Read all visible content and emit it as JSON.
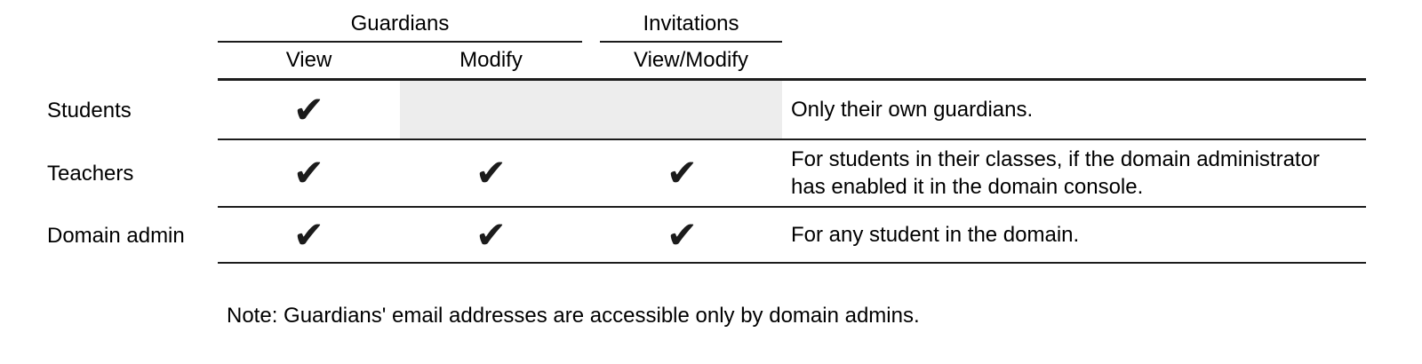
{
  "header": {
    "groups": [
      {
        "label": "Guardians"
      },
      {
        "label": "Invitations"
      }
    ],
    "columns": {
      "view": "View",
      "modify": "Modify",
      "view_modify": "View/Modify"
    }
  },
  "rows": [
    {
      "label": "Students",
      "permissions": {
        "view": true,
        "modify": false,
        "view_modify": false
      },
      "note": "Only their own guardians."
    },
    {
      "label": "Teachers",
      "permissions": {
        "view": true,
        "modify": true,
        "view_modify": true
      },
      "note": "For students in their classes, if the domain administrator has enabled it in the domain console."
    },
    {
      "label": "Domain admin",
      "permissions": {
        "view": true,
        "modify": true,
        "view_modify": true
      },
      "note": "For any student in the domain."
    }
  ],
  "footnote": "Note: Guardians' email addresses are accessible only by domain admins.",
  "icons": {
    "check_icon": "✔"
  },
  "colors": {
    "text": "#000000",
    "rule": "#1c1c1c",
    "disabled_cell": "#ededed",
    "background": "#ffffff"
  }
}
